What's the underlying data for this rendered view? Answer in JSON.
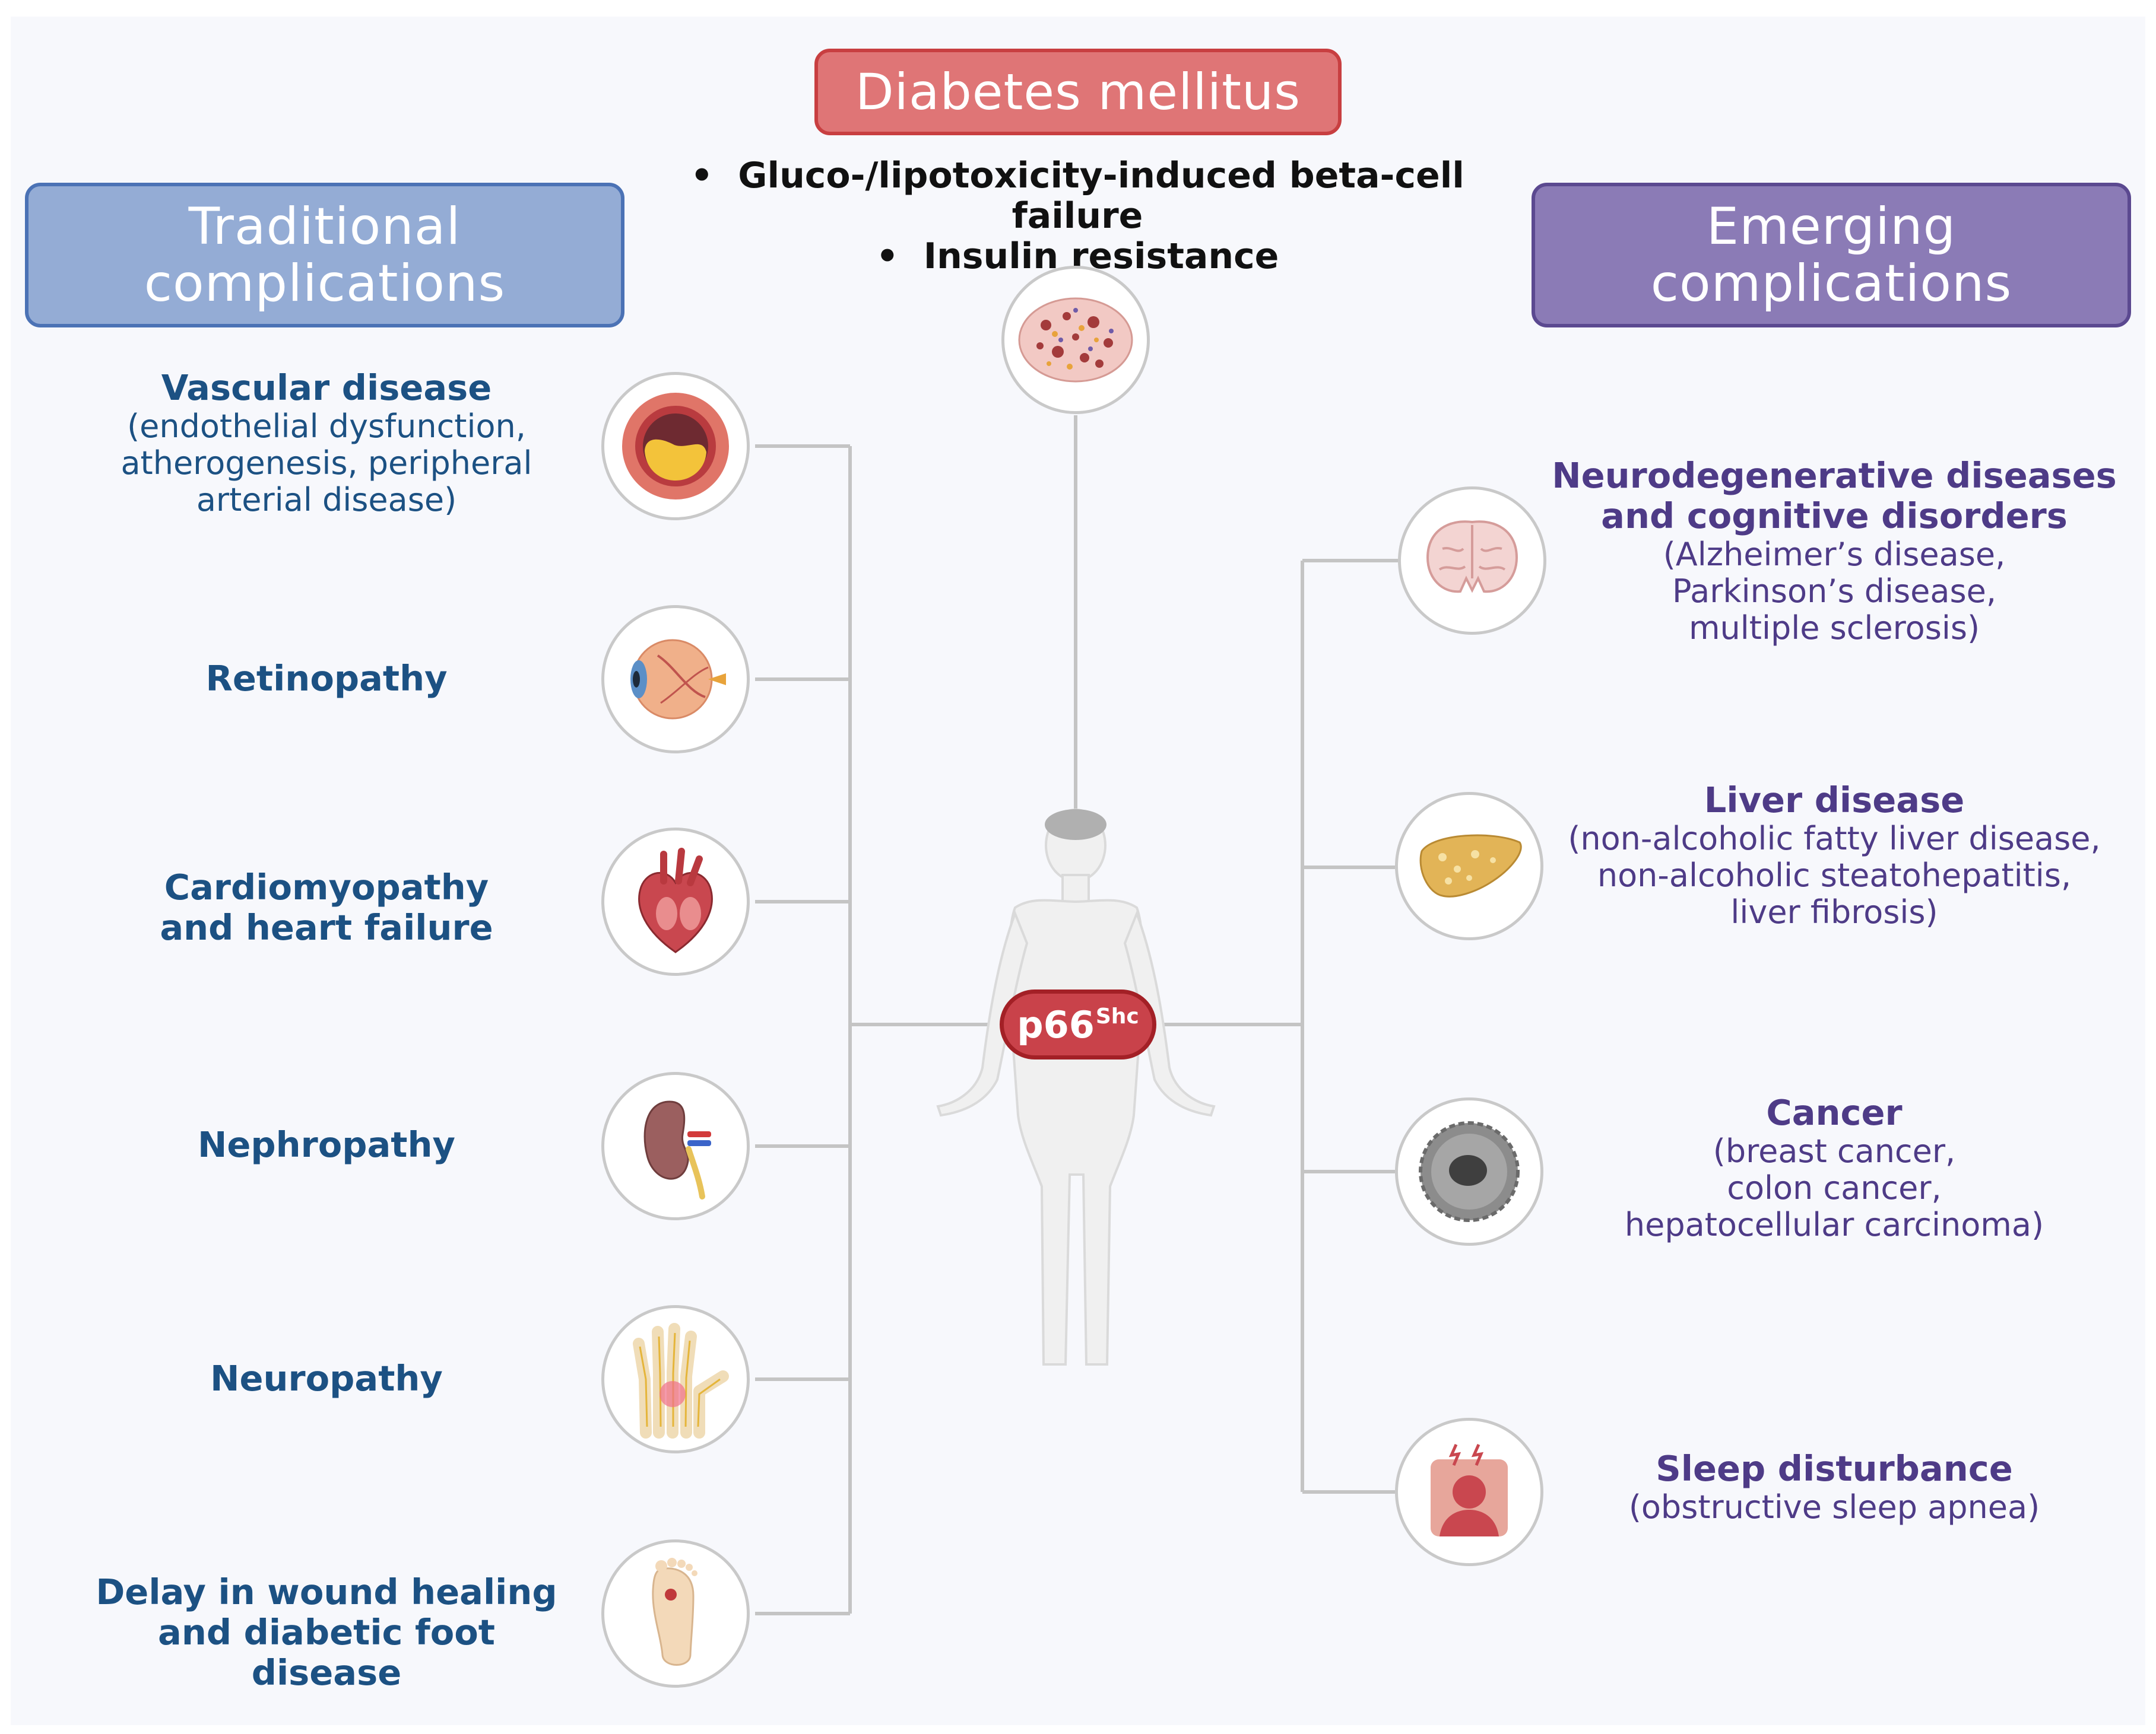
{
  "header": {
    "title": "Diabetes mellitus",
    "bullets": [
      "Gluco-/lipotoxicity-induced beta-cell failure",
      "Insulin resistance"
    ]
  },
  "left_group": {
    "title": "Traditional\ncomplications"
  },
  "right_group": {
    "title": "Emerging\ncomplications"
  },
  "center": {
    "main": "p66",
    "sup": "Shc"
  },
  "traditional": [
    {
      "title": "Vascular disease",
      "subtitle": "(endothelial dysfunction,\natherogenesis, peripheral\narterial disease)",
      "icon": "artery-cross-section-icon"
    },
    {
      "title": "Retinopathy",
      "icon": "eye-icon"
    },
    {
      "title": "Cardiomyopathy\nand heart failure",
      "icon": "heart-icon"
    },
    {
      "title": "Nephropathy",
      "icon": "kidney-icon"
    },
    {
      "title": "Neuropathy",
      "icon": "hand-nerves-icon"
    },
    {
      "title": "Delay in wound healing\nand diabetic foot disease",
      "icon": "foot-ulcer-icon"
    }
  ],
  "emerging": [
    {
      "title": "Neurodegenerative diseases\nand cognitive disorders",
      "subtitle": "(Alzheimer’s disease,\nParkinson’s disease,\nmultiple sclerosis)",
      "icon": "brain-icon"
    },
    {
      "title": "Liver disease",
      "subtitle": "(non-alcoholic fatty liver disease,\nnon-alcoholic steatohepatitis,\nliver fibrosis)",
      "icon": "liver-icon"
    },
    {
      "title": "Cancer",
      "subtitle": "(breast cancer,\ncolon cancer,\nhepatocellular carcinoma)",
      "icon": "tumor-cell-icon"
    },
    {
      "title": "Sleep disturbance",
      "subtitle": "(obstructive sleep apnea)",
      "icon": "sleep-person-icon"
    }
  ],
  "colors": {
    "traditional_text": "#1c5183",
    "emerging_text": "#4e3b87",
    "main_box": "#df7576",
    "traditional_box": "#94acd5",
    "emerging_box": "#8b7bb6",
    "p66_badge": "#c9424a"
  }
}
